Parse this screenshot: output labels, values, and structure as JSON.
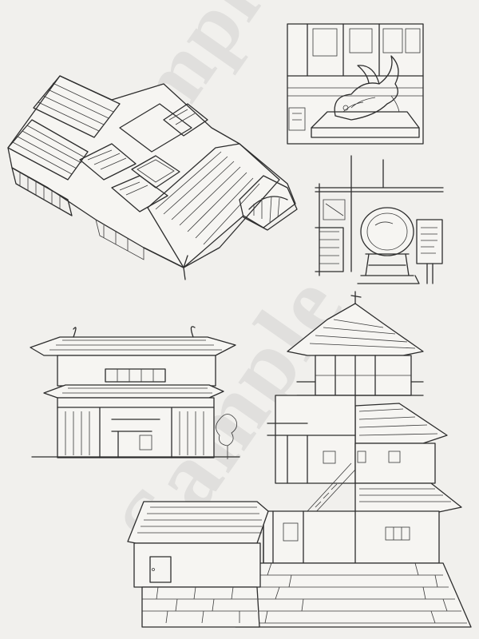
{
  "watermark": {
    "text_1": "Sample",
    "text_2": "Sample"
  },
  "illustrations": [
    {
      "name": "isometric-palace-roof-plan"
    },
    {
      "name": "shachihoko-ornament"
    },
    {
      "name": "drum-on-stand"
    },
    {
      "name": "castle-gate"
    },
    {
      "name": "castle-keep-cross-section"
    }
  ]
}
